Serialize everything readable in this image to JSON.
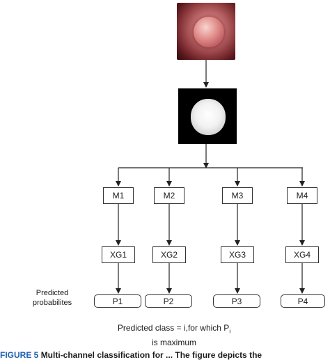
{
  "input_image": "endoscopy-polyp-photo",
  "mask_image": "segmentation-mask",
  "models": [
    "M1",
    "M2",
    "M3",
    "M4"
  ],
  "classifiers": [
    "XG1",
    "XG2",
    "XG3",
    "XG4"
  ],
  "outputs": [
    "P1",
    "P2",
    "P3",
    "P4"
  ],
  "side_label": "Predicted\nprobabilites",
  "caption": {
    "line1_prefix": "Predicted class = i,for which P",
    "line1_sub": "i",
    "line2": "is maximum"
  },
  "figure_caption": {
    "label": "FIGURE 5",
    "text": "Multi-channel classification for ... The figure depicts the"
  },
  "colors": {
    "line": "#222222",
    "caption_label": "#1f5fb0"
  }
}
